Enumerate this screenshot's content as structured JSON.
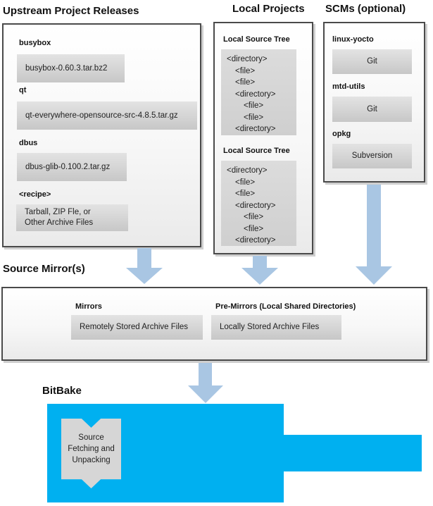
{
  "colors": {
    "accent_blue": "#00b0f0",
    "arrow_blue": "#a9c6e3"
  },
  "sections": {
    "upstream": {
      "title": "Upstream Project Releases",
      "items": [
        {
          "label": "busybox",
          "value": "busybox-0.60.3.tar.bz2"
        },
        {
          "label": "qt",
          "value": "qt-everywhere-opensource-src-4.8.5.tar.gz"
        },
        {
          "label": "dbus",
          "value": "dbus-glib-0.100.2.tar.gz"
        },
        {
          "label": "<recipe>",
          "value": "Tarball, ZIP Fle, or\nOther Archive Files"
        }
      ]
    },
    "local": {
      "title": "Local Projects",
      "tree_label": "Local Source Tree",
      "tree": [
        {
          "text": "<directory>",
          "indent": 0
        },
        {
          "text": "<file>",
          "indent": 1
        },
        {
          "text": "<file>",
          "indent": 1
        },
        {
          "text": "<directory>",
          "indent": 1
        },
        {
          "text": "<file>",
          "indent": 2
        },
        {
          "text": "<file>",
          "indent": 2
        },
        {
          "text": "<directory>",
          "indent": 1
        }
      ]
    },
    "scms": {
      "title": "SCMs (optional)",
      "items": [
        {
          "label": "linux-yocto",
          "value": "Git"
        },
        {
          "label": "mtd-utils",
          "value": "Git"
        },
        {
          "label": "opkg",
          "value": "Subversion"
        }
      ]
    },
    "mirrors": {
      "title": "Source Mirror(s)",
      "mirrors_label": "Mirrors",
      "mirrors_value": "Remotely Stored Archive Files",
      "premirrors_label": "Pre-Mirrors (Local Shared Directories)",
      "premirrors_value": "Locally Stored Archive Files"
    },
    "bitbake": {
      "title": "BitBake",
      "ribbon_text": "Source\nFetching and\nUnpacking"
    }
  }
}
